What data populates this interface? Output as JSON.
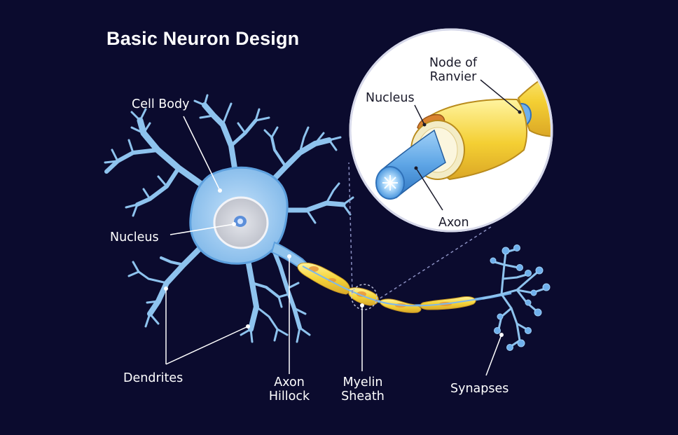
{
  "title": "Basic Neuron Design",
  "labels": {
    "cell_body": "Cell Body",
    "nucleus": "Nucleus",
    "dendrites": "Dendrites",
    "axon_hillock_line1": "Axon",
    "axon_hillock_line2": "Hillock",
    "myelin_sheath_line1": "Myelin",
    "myelin_sheath_line2": "Sheath",
    "synapses": "Synapses"
  },
  "inset": {
    "node_of_ranvier_line1": "Node of",
    "node_of_ranvier_line2": "Ranvier",
    "nucleus": "Nucleus",
    "axon": "Axon"
  },
  "colors": {
    "background": "#0b0b2e",
    "neuron": "#8fc3ec",
    "neuron_edge": "#4f94d6",
    "myelin": "#f2d13a",
    "myelin_spot": "#e89a3a",
    "inset_bg": "#ffffff"
  }
}
